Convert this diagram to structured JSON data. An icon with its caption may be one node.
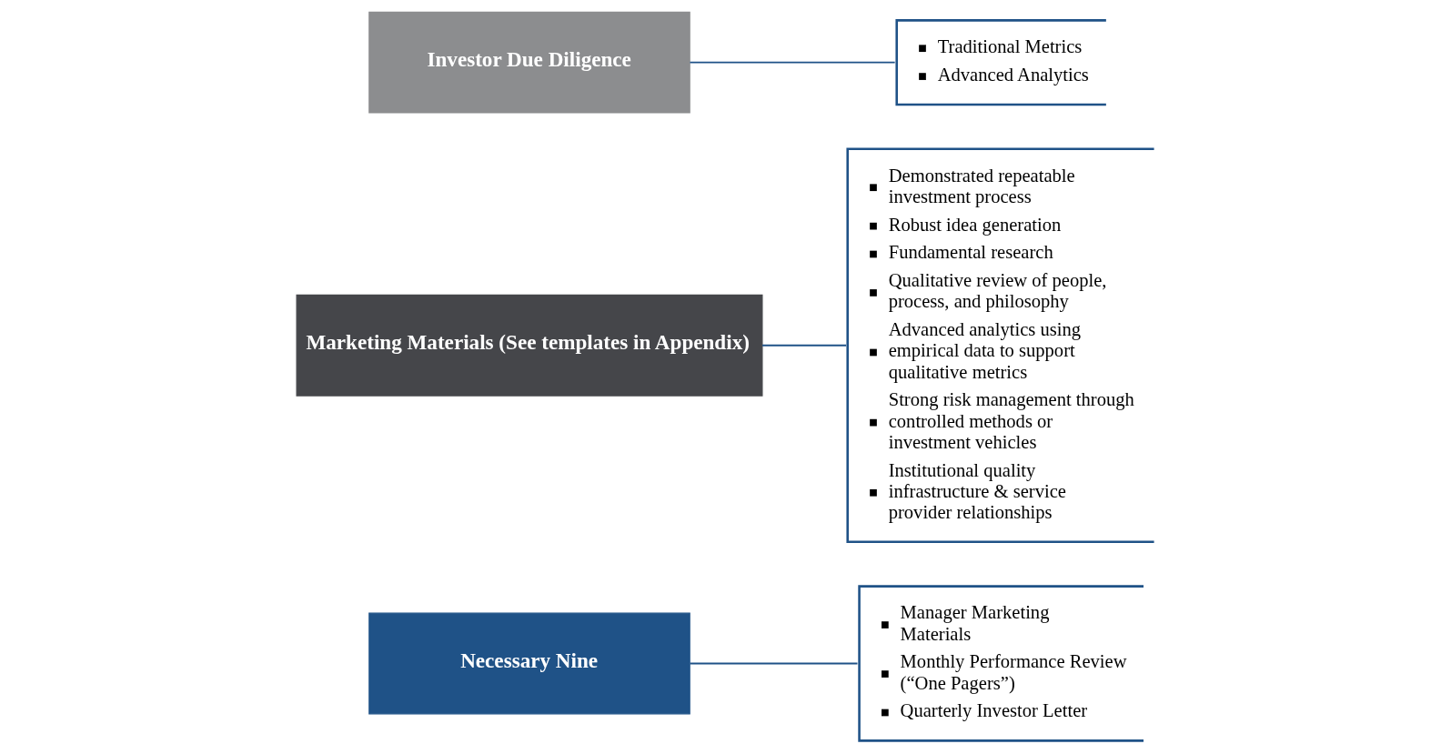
{
  "diagram": {
    "nodes": [
      {
        "text": [
          "Necessary Nine"
        ]
      },
      {
        "text": [
          "Marketing Materials (See templates in Appendix)"
        ]
      },
      {
        "text": [
          "Investor Due Diligence"
        ]
      },
      {
        "text": [
          "Manager Marketing Materials",
          "Monthly Performance Review (“One Pagers”)",
          "Quarterly Investor Letter"
        ]
      },
      {
        "text": [
          "Demonstrated repeatable investment process",
          "Robust idea generation",
          "Fundamental research",
          "Qualitative review of people, process, and philosophy",
          "Advanced analytics using empirical data to support qualitative metrics",
          "Strong risk management through controlled methods or investment vehicles",
          "Institutional quality infrastructure & service provider relationships"
        ]
      },
      {
        "text": [
          "Traditional Metrics",
          "Advanced Analytics"
        ]
      }
    ],
    "edges": [
      {
        "from": 0,
        "to": 3,
        "arrow": "none"
      },
      {
        "from": 1,
        "to": 4,
        "arrow": "none"
      },
      {
        "from": 2,
        "to": 5,
        "arrow": "none"
      }
    ]
  }
}
